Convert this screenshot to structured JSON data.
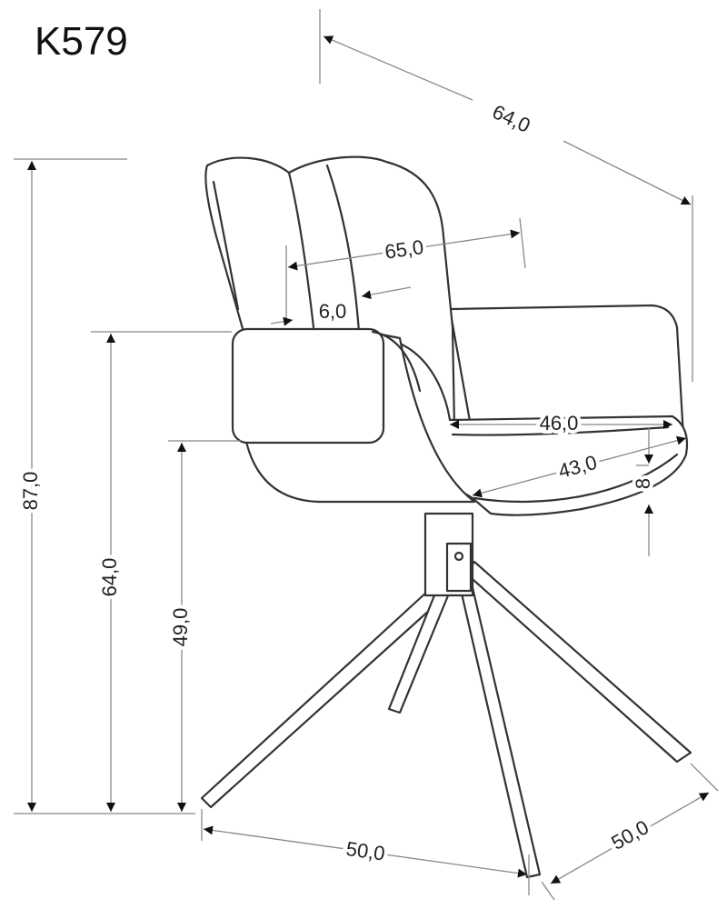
{
  "title": "K579",
  "dimensions": {
    "overall_depth": "64,0",
    "backrest_width": "65,0",
    "armrest_width": "6,0",
    "seat_width": "46,0",
    "seat_depth": "43,0",
    "seat_thickness": "8",
    "total_height": "87,0",
    "armrest_height": "64,0",
    "seat_height": "49,0",
    "base_width": "50,0",
    "base_depth": "50,0"
  }
}
